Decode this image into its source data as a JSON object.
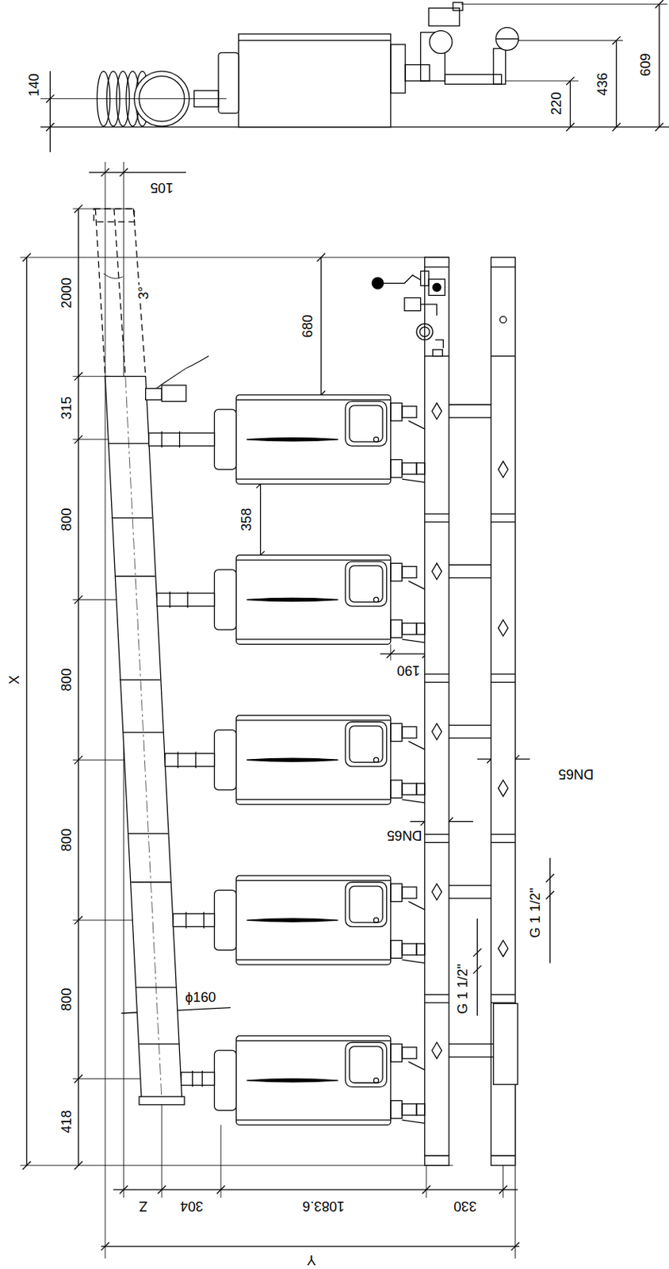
{
  "diagram": {
    "labels": [
      "140",
      "220",
      "436",
      "609",
      "105",
      "2000",
      "3°",
      "680",
      "315",
      "358",
      "800",
      "190",
      "800",
      "DN65",
      "DN65",
      "800",
      "G 1 1/2\"",
      "G 1 1/2\"",
      "ϕ160",
      "800",
      "418",
      "X",
      "Z",
      "304",
      "1083.6",
      "330",
      "Y"
    ]
  }
}
